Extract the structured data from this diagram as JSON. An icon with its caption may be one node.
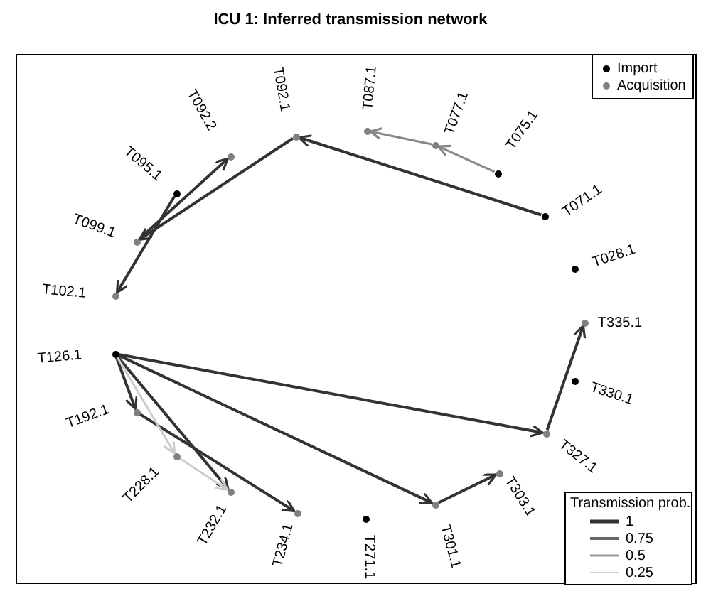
{
  "diagram": {
    "title": "ICU 1: Inferred transmission network",
    "nodes": [
      {
        "text": [
          "T092.1"
        ]
      },
      {
        "text": [
          "T092.2"
        ]
      },
      {
        "text": [
          "T095.1"
        ]
      },
      {
        "text": [
          "T099.1"
        ]
      },
      {
        "text": [
          "T102.1"
        ]
      },
      {
        "text": [
          "T087.1"
        ]
      },
      {
        "text": [
          "T077.1"
        ]
      },
      {
        "text": [
          "T075.1"
        ]
      },
      {
        "text": [
          "T071.1"
        ]
      },
      {
        "text": [
          "T028.1"
        ]
      },
      {
        "text": [
          "T335.1"
        ]
      },
      {
        "text": [
          "T330.1"
        ]
      },
      {
        "text": [
          "T327.1"
        ]
      },
      {
        "text": [
          "T303.1"
        ]
      },
      {
        "text": [
          "T301.1"
        ]
      },
      {
        "text": [
          "T271.1"
        ]
      },
      {
        "text": [
          "T234.1"
        ]
      },
      {
        "text": [
          "T232.1"
        ]
      },
      {
        "text": [
          "T228.1"
        ]
      },
      {
        "text": [
          "T192.1"
        ]
      },
      {
        "text": [
          "T126.1"
        ]
      }
    ],
    "edges": [
      {
        "from": 8,
        "to": 0,
        "arrow": "to"
      },
      {
        "from": 0,
        "to": 3,
        "arrow": "to"
      },
      {
        "from": 3,
        "to": 1,
        "arrow": "to"
      },
      {
        "from": 2,
        "to": 4,
        "arrow": "to"
      },
      {
        "from": 7,
        "to": 6,
        "arrow": "to",
        "color": "#888888"
      },
      {
        "from": 6,
        "to": 5,
        "arrow": "to",
        "color": "#888888"
      },
      {
        "from": 12,
        "to": 10,
        "arrow": "to"
      },
      {
        "from": 20,
        "to": 12,
        "arrow": "to"
      },
      {
        "from": 20,
        "to": 14,
        "arrow": "to"
      },
      {
        "from": 14,
        "to": 13,
        "arrow": "to"
      },
      {
        "from": 20,
        "to": 19,
        "arrow": "to"
      },
      {
        "from": 20,
        "to": 17,
        "arrow": "to"
      },
      {
        "from": 19,
        "to": 16,
        "arrow": "to"
      },
      {
        "from": 20,
        "to": 18,
        "arrow": "to",
        "color": "#cccccc"
      },
      {
        "from": 18,
        "to": 17,
        "arrow": "to",
        "color": "#cccccc"
      }
    ],
    "labels": [
      "Transmission prob."
    ],
    "legend": [
      {
        "text": "Import",
        "color": "#000000"
      },
      {
        "text": "Acquisition",
        "color": "#808080"
      },
      {
        "text": "1"
      },
      {
        "text": "0.75"
      },
      {
        "text": "0.5"
      },
      {
        "text": "0.25"
      }
    ]
  }
}
